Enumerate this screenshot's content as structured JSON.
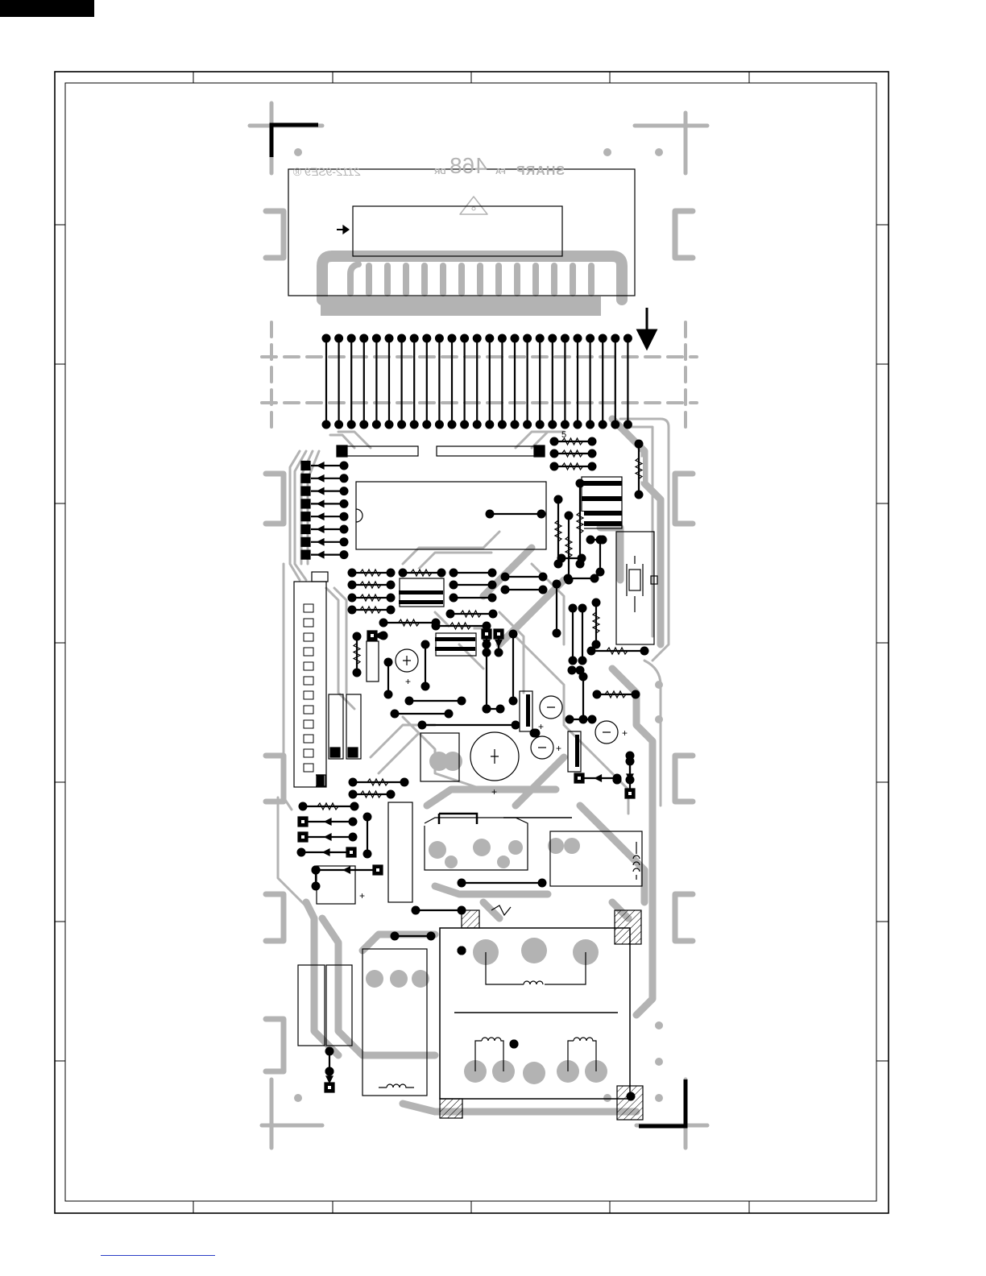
{
  "board": {
    "maker_mark": "SHARP",
    "fa_mark": "FA",
    "board_number": "468",
    "dr_mark": "DR",
    "part_number": "2112-9SE9 ®",
    "pin_mark": "5"
  },
  "colors": {
    "copper": "#b3b3b3",
    "silkscreen": "#000000",
    "footer_rule": "#2b3fc7"
  }
}
